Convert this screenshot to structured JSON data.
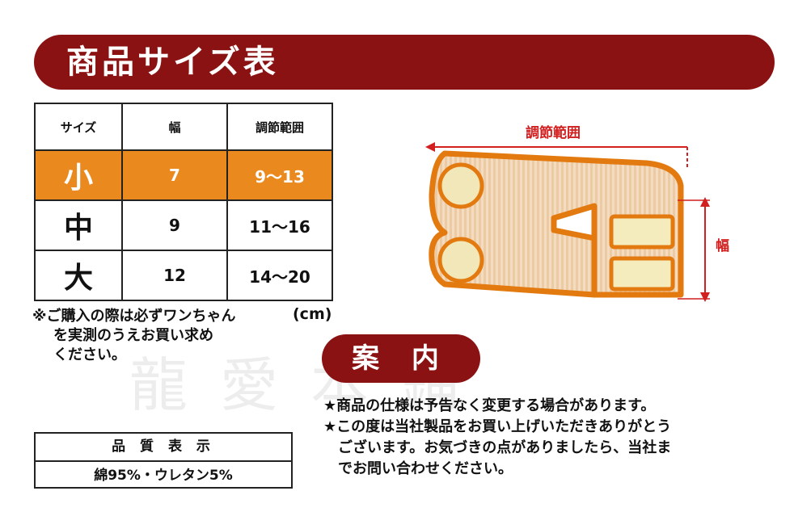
{
  "header": {
    "title": "商品サイズ表"
  },
  "size_table": {
    "headers": [
      "サイズ",
      "幅",
      "調節範囲"
    ],
    "rows": [
      {
        "size": "小",
        "width": "7",
        "range": "9〜13",
        "highlight": true
      },
      {
        "size": "中",
        "width": "9",
        "range": "11〜16",
        "highlight": false
      },
      {
        "size": "大",
        "width": "12",
        "range": "14〜20",
        "highlight": false
      }
    ],
    "unit": "(cm)",
    "highlight_color": "#ea8a1e"
  },
  "note": {
    "line1": "※ご購入の際は必ずワンちゃん",
    "line2": "を実測のうえお買い求め",
    "line3": "ください。"
  },
  "quality": {
    "title": "品 質 表 示",
    "value": "綿95%・ウレタン5%"
  },
  "diagram": {
    "adjust_label": "調節範囲",
    "width_label": "幅"
  },
  "guide": {
    "title": "案 内",
    "line1": "★商品の仕様は予告なく変更する場合があります。",
    "line2": "★この度は当社製品をお買い上げいただきありがとう",
    "line3": "ございます。お気づきの点がありましたら、当社ま",
    "line4": "でお問い合わせください。"
  },
  "watermark": {
    "text": "龍愛本鋪"
  },
  "colors": {
    "banner": "#8b1212",
    "accent": "#ea8a1e",
    "annotation": "#d21f1f"
  }
}
